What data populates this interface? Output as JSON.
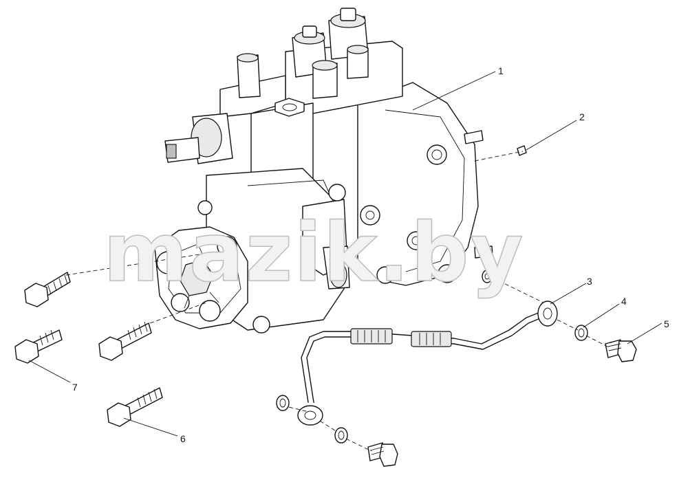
{
  "watermark": "mazik.by",
  "callouts": [
    {
      "id": "1",
      "label": "1"
    },
    {
      "id": "2",
      "label": "2"
    },
    {
      "id": "3",
      "label": "3"
    },
    {
      "id": "4",
      "label": "4"
    },
    {
      "id": "5",
      "label": "5"
    },
    {
      "id": "6",
      "label": "6"
    },
    {
      "id": "7",
      "label": "7"
    }
  ]
}
